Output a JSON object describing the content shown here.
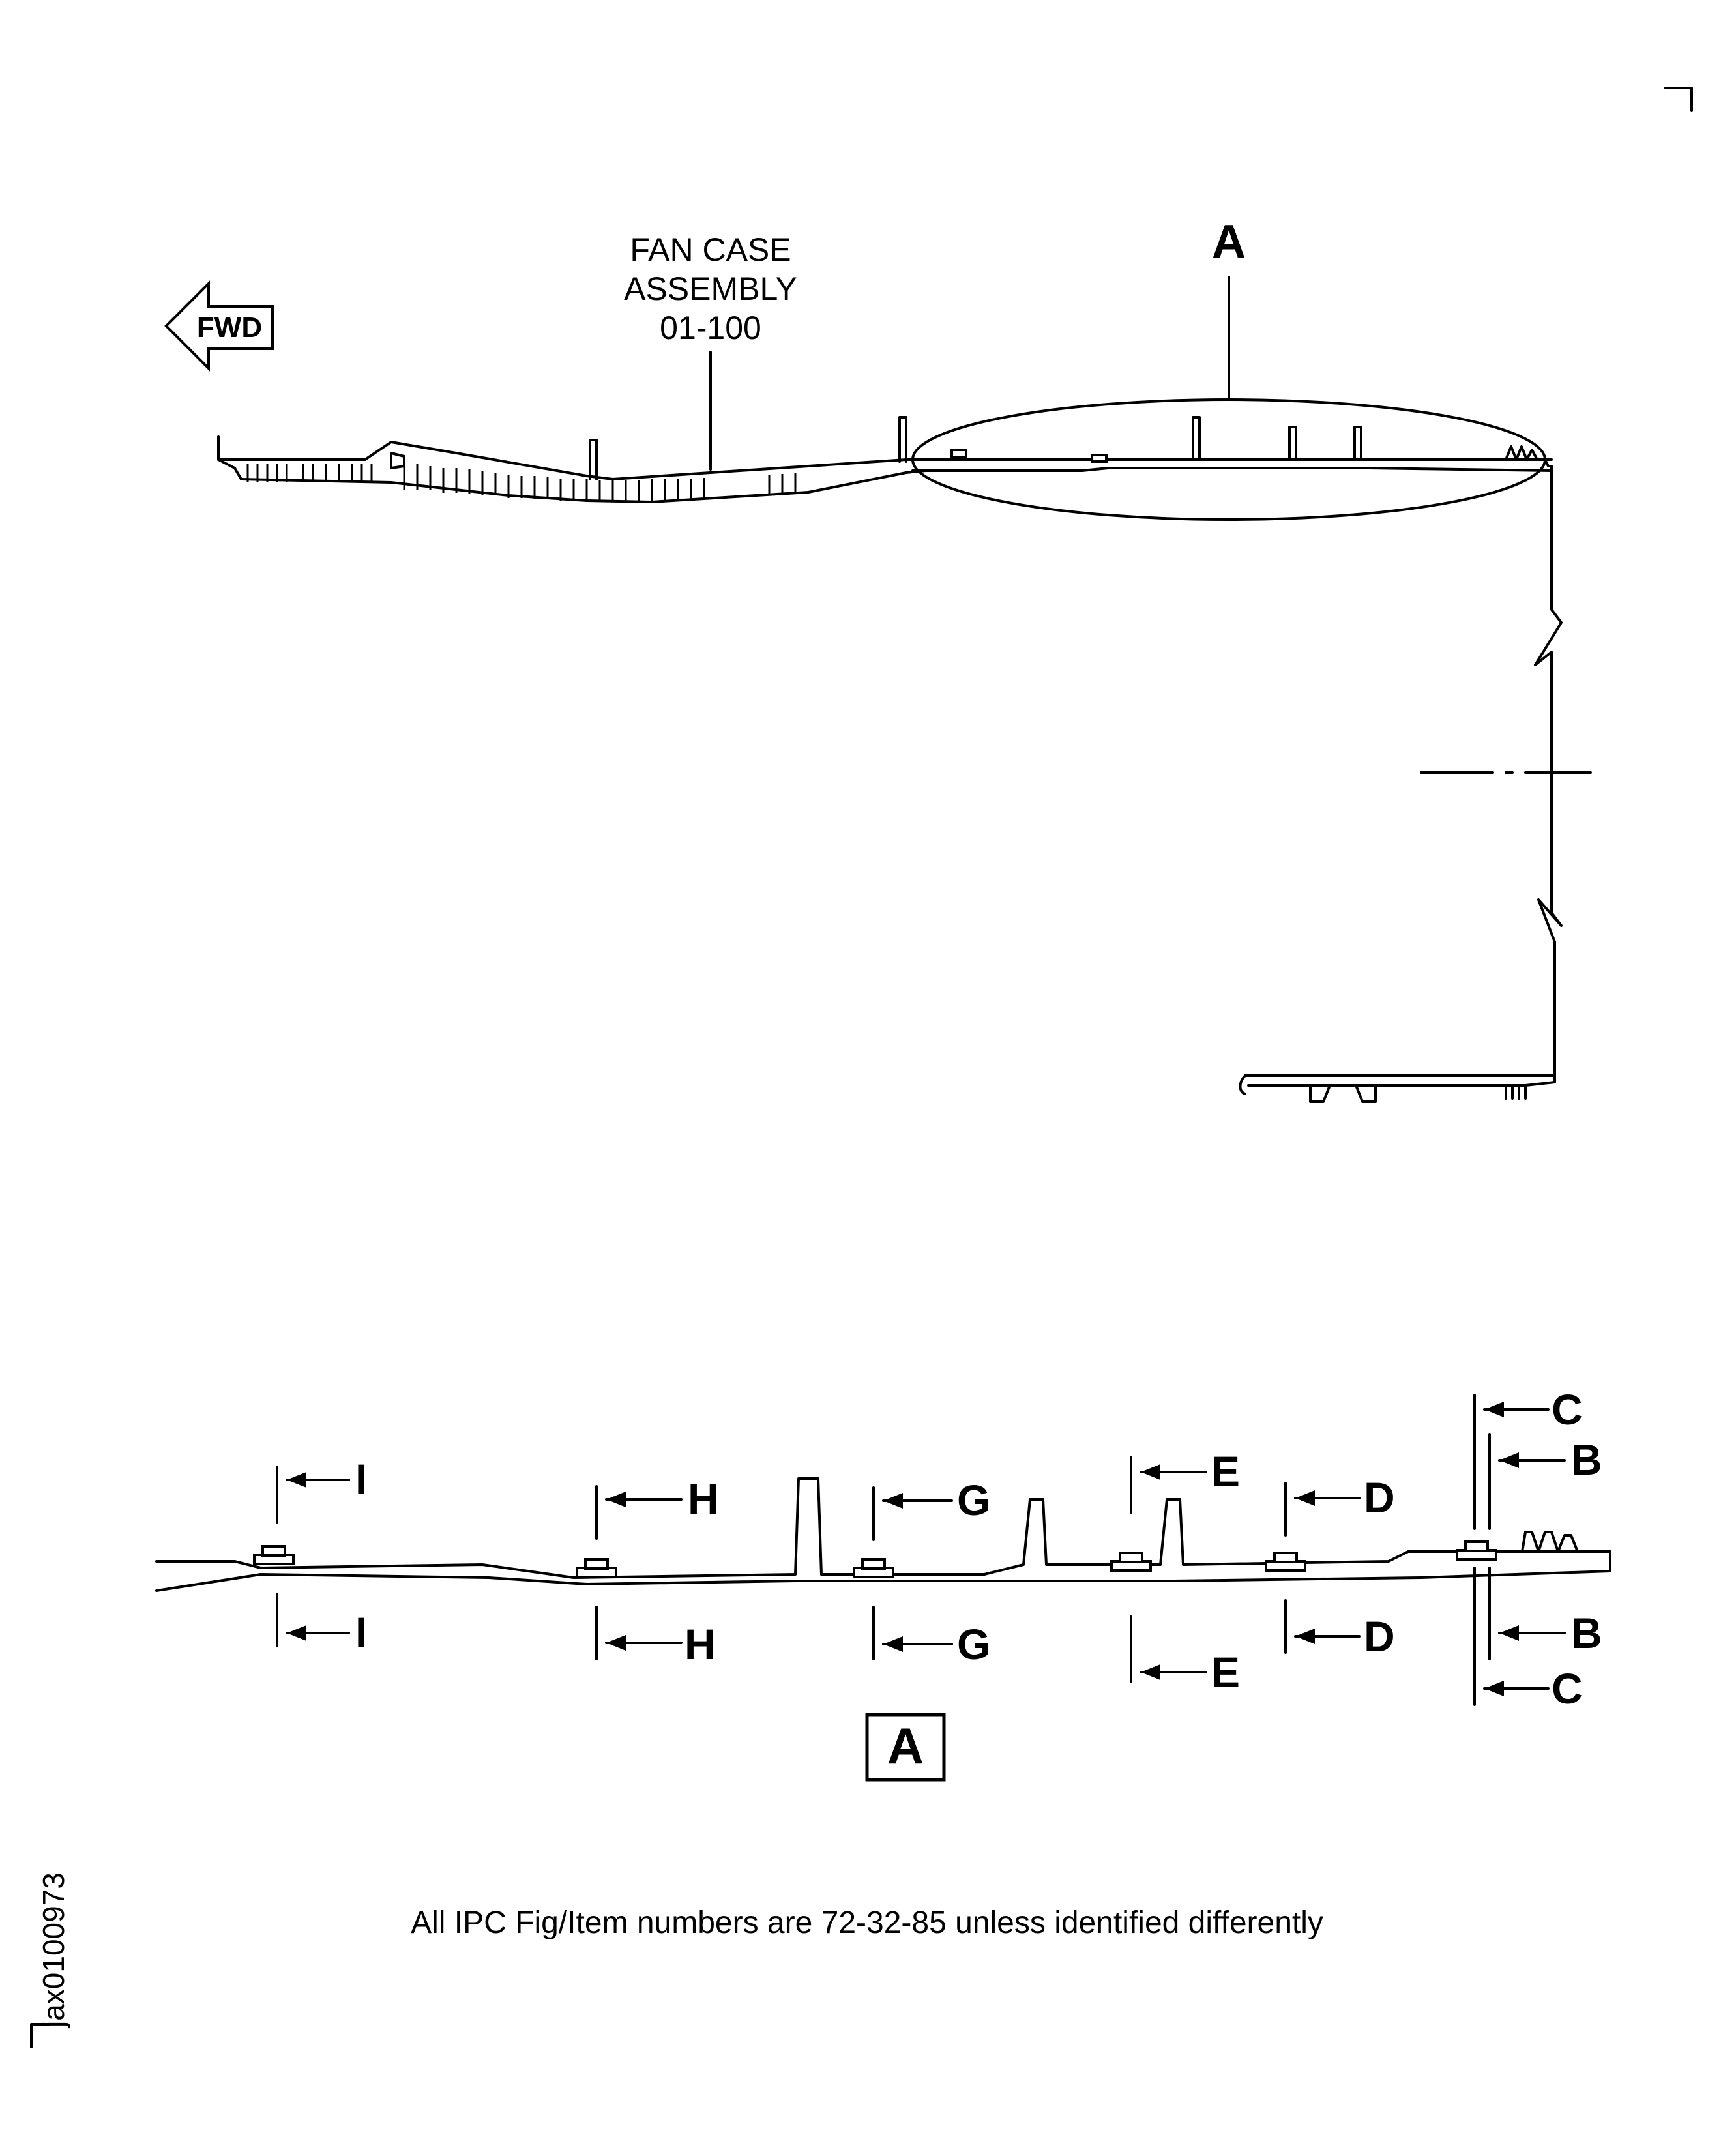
{
  "fwd_arrow": {
    "label": "FWD"
  },
  "fan_case_callout": {
    "line1": "FAN CASE",
    "line2": "ASSEMBLY",
    "line3": "01-100"
  },
  "detail_callout": {
    "label": "A"
  },
  "detail_title": {
    "label": "A"
  },
  "section_cuts": [
    {
      "letter": "I"
    },
    {
      "letter": "H"
    },
    {
      "letter": "G"
    },
    {
      "letter": "E"
    },
    {
      "letter": "D"
    },
    {
      "letter": "C"
    },
    {
      "letter": "B"
    }
  ],
  "footnote": {
    "text": "All IPC Fig/Item numbers are 72-32-85 unless identified differently"
  },
  "figure_id": {
    "text": "jax0100973"
  }
}
